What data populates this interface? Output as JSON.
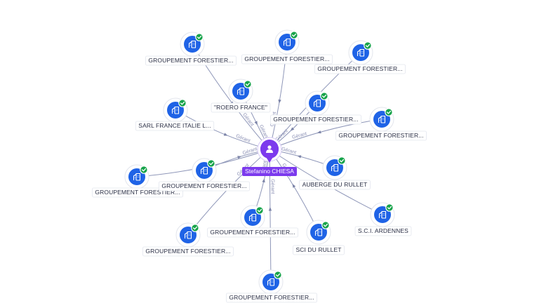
{
  "center": {
    "id": "person",
    "label": "Stefanino CHIESA",
    "icon": "person-icon",
    "color": "#7c3aed"
  },
  "edge_label": "Gérant",
  "companies": [
    {
      "id": "c1",
      "label": "GROUPEMENT FORESTIER...",
      "icon": "building-icon",
      "verified": true
    },
    {
      "id": "c2",
      "label": "GROUPEMENT FORESTIER...",
      "icon": "building-icon",
      "verified": true
    },
    {
      "id": "c3",
      "label": "GROUPEMENT FORESTIER...",
      "icon": "building-icon",
      "verified": true
    },
    {
      "id": "c4",
      "label": "\"ROERO FRANCE\"",
      "icon": "building-icon",
      "verified": true
    },
    {
      "id": "c5",
      "label": "SARL FRANCE ITALIE L...",
      "icon": "building-icon",
      "verified": true
    },
    {
      "id": "c6",
      "label": "GROUPEMENT FORESTIER...",
      "icon": "building-icon",
      "verified": true
    },
    {
      "id": "c7",
      "label": "GROUPEMENT FORESTIER...",
      "icon": "building-icon",
      "verified": true
    },
    {
      "id": "c8",
      "label": "GROUPEMENT FORESTIER...",
      "icon": "building-icon",
      "verified": true
    },
    {
      "id": "c9",
      "label": "GROUPEMENT FORESTIER...",
      "icon": "building-icon",
      "verified": true
    },
    {
      "id": "c10",
      "label": "AUBERGE DU RULLET",
      "icon": "building-icon",
      "verified": true
    },
    {
      "id": "c11",
      "label": "S.C.I. ARDENNES",
      "icon": "building-icon",
      "verified": true
    },
    {
      "id": "c12",
      "label": "GROUPEMENT FORESTIER...",
      "icon": "building-icon",
      "verified": true
    },
    {
      "id": "c13",
      "label": "GROUPEMENT FORESTIER...",
      "icon": "building-icon",
      "verified": true
    },
    {
      "id": "c14",
      "label": "SCI DU RULLET",
      "icon": "building-icon",
      "verified": true
    },
    {
      "id": "c15",
      "label": "GROUPEMENT FORESTIER...",
      "icon": "building-icon",
      "verified": true
    },
    {
      "id": "c16",
      "label": "GROUPEMENT FORESTIER...",
      "icon": "building-icon",
      "verified": true
    }
  ],
  "colors": {
    "company_node": "#1f63e6",
    "verified_badge": "#16a34a",
    "edge": "#8e96b8"
  }
}
